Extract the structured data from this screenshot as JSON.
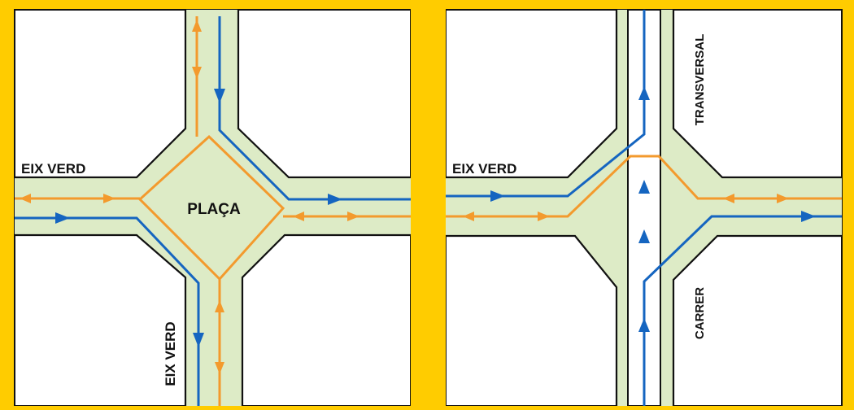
{
  "colors": {
    "frame": "#FFCC00",
    "block": "#FFFFFF",
    "street": "#DDEBC6",
    "outline": "#111111",
    "pedestrian": "#F39A2D",
    "bike": "#1565C0",
    "bikelane": "#FFFFFF"
  },
  "left": {
    "label_west": "EIX VERD",
    "label_south": "EIX VERD",
    "label_plaza": "PLAÇA"
  },
  "right": {
    "label_west": "EIX VERD",
    "label_north": "TRANSVERSAL",
    "label_south": "CARRER"
  },
  "icons": {
    "arrow_bike": "arrow-filled-icon",
    "arrow_pedestrian": "arrow-filled-icon"
  }
}
